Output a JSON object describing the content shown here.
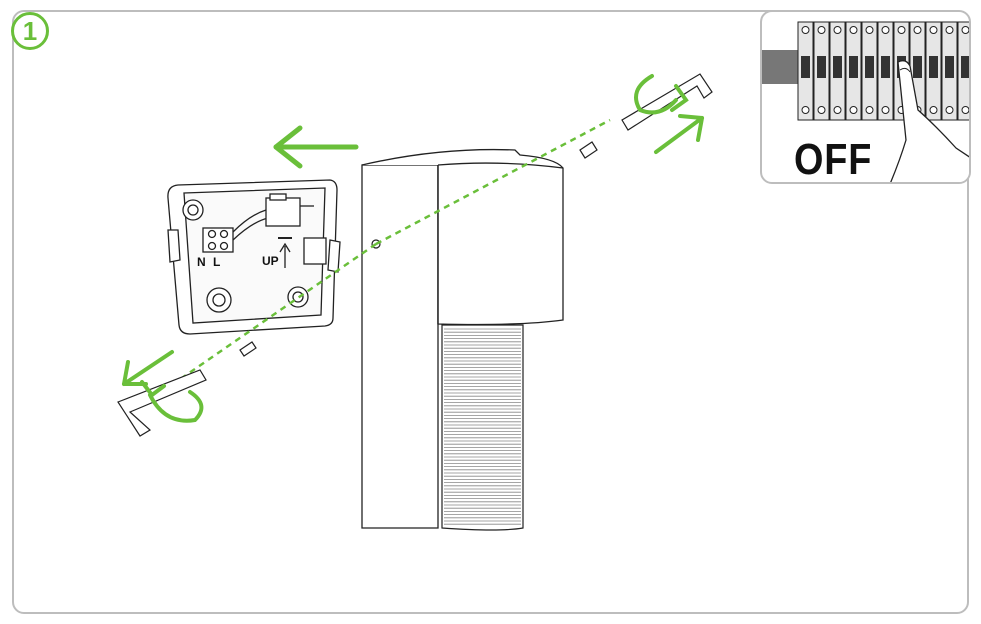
{
  "step": {
    "number": "1"
  },
  "inset": {
    "breaker_label": "OFF"
  },
  "terminal": {
    "neutral": "N",
    "live": "L",
    "orientation": "UP"
  },
  "colors": {
    "accent": "#6abf3a",
    "frame": "#bdbdbd",
    "line": "#222222"
  }
}
